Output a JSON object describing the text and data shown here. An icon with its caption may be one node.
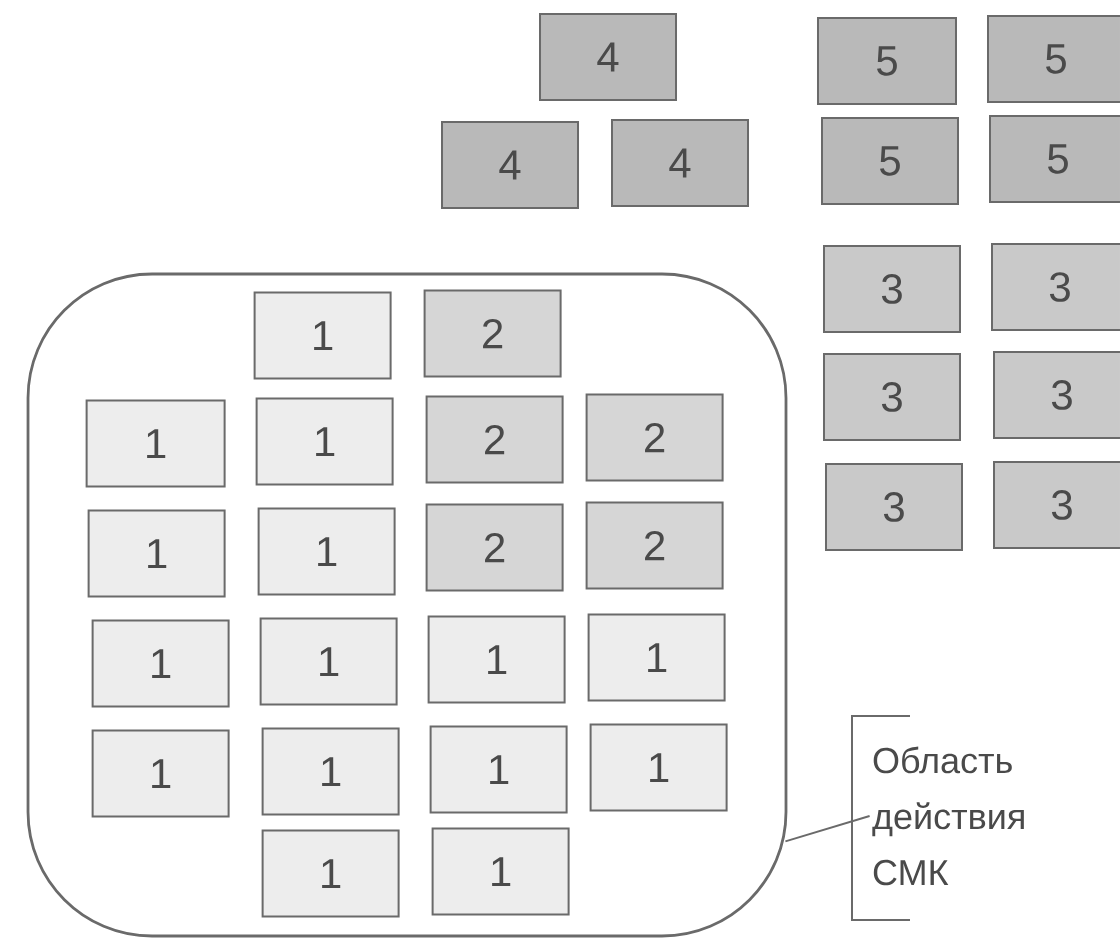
{
  "diagram": {
    "nodes": [
      {
        "text": [
          "4"
        ]
      },
      {
        "text": [
          "5"
        ]
      },
      {
        "text": [
          "5"
        ]
      },
      {
        "text": [
          "4"
        ]
      },
      {
        "text": [
          "4"
        ]
      },
      {
        "text": [
          "5"
        ]
      },
      {
        "text": [
          "5"
        ]
      },
      {
        "text": [
          "3"
        ]
      },
      {
        "text": [
          "3"
        ]
      },
      {
        "text": [
          "3"
        ]
      },
      {
        "text": [
          "3"
        ]
      },
      {
        "text": [
          "3"
        ]
      },
      {
        "text": [
          "3"
        ]
      },
      {
        "text": [],
        "shape": "box"
      },
      {
        "text": [
          "1"
        ],
        "in": 13
      },
      {
        "text": [
          "2"
        ],
        "in": 13
      },
      {
        "text": [
          "1"
        ],
        "in": 13
      },
      {
        "text": [
          "1"
        ],
        "in": 13
      },
      {
        "text": [
          "2"
        ],
        "in": 13
      },
      {
        "text": [
          "2"
        ],
        "in": 13
      },
      {
        "text": [
          "1"
        ],
        "in": 13
      },
      {
        "text": [
          "1"
        ],
        "in": 13
      },
      {
        "text": [
          "2"
        ],
        "in": 13
      },
      {
        "text": [
          "2"
        ],
        "in": 13
      },
      {
        "text": [
          "1"
        ],
        "in": 13
      },
      {
        "text": [
          "1"
        ],
        "in": 13
      },
      {
        "text": [
          "1"
        ],
        "in": 13
      },
      {
        "text": [
          "1"
        ],
        "in": 13
      },
      {
        "text": [
          "1"
        ],
        "in": 13
      },
      {
        "text": [
          "1"
        ],
        "in": 13
      },
      {
        "text": [
          "1"
        ],
        "in": 13
      },
      {
        "text": [
          "1"
        ],
        "in": 13
      },
      {
        "text": [
          "1"
        ],
        "in": 13
      },
      {
        "text": [
          "1"
        ],
        "in": 13
      },
      {
        "text": [
          "Область действия СМК"
        ]
      }
    ],
    "edges": [
      {
        "from": 34,
        "to": 13,
        "arrow": "none"
      }
    ]
  }
}
